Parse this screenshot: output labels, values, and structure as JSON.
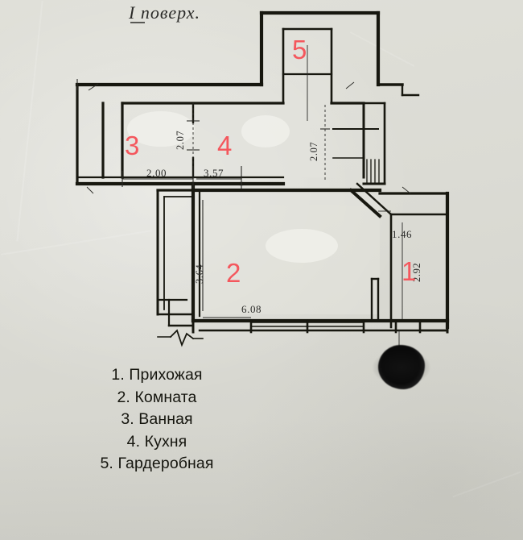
{
  "document": {
    "kind": "scanned-floor-plan",
    "handwritten_title": "I поверх.",
    "paper_color": "#dcdcd5",
    "ink_color": "#1b1b19",
    "marker_color": "#f4575d"
  },
  "rooms": [
    {
      "number": "1",
      "name": "Прихожая"
    },
    {
      "number": "2",
      "name": "Комната"
    },
    {
      "number": "3",
      "name": "Ванная"
    },
    {
      "number": "4",
      "name": "Кухня"
    },
    {
      "number": "5",
      "name": "Гардеробная"
    }
  ],
  "dimensions": {
    "bath_width": "2.00",
    "kitchen_width": "3.57",
    "upper_depth_left": "2.07",
    "upper_depth_right": "2.07",
    "room_depth": "3.64",
    "room_width": "6.08",
    "hall_diagonal": "1.46",
    "hall_height": "2.92"
  },
  "legend": {
    "lines": [
      "1. Прихожая",
      "2. Комната",
      "3. Ванная",
      "4. Кухня",
      "5. Гардеробная"
    ]
  },
  "marks": {
    "ink_blot": "ink-blot"
  }
}
